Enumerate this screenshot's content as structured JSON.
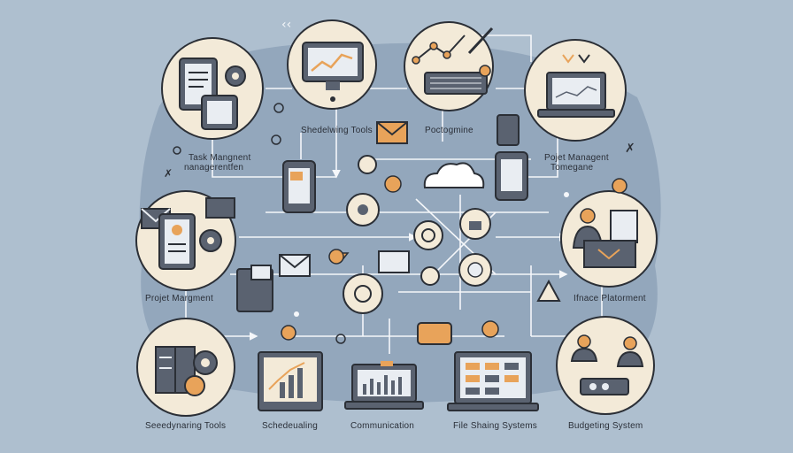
{
  "labels": {
    "task_mgmt_1": "Task Mangnent",
    "task_mgmt_2": "nanagerentfen",
    "sched_tools_top": "Shedelwing Tools",
    "pocto": "Poctogmine",
    "proj_mgmt_right_1": "Pojet Managent",
    "proj_mgmt_right_2": "Tomegane",
    "proj_mgmt_left": "Projet Margment",
    "iface": "Ifnace Platorment",
    "seedy": "Seeedynaring Tools",
    "scheduling": "Schedeualing",
    "communication": "Communication",
    "file_sharing": "File Shaing Systems",
    "budgeting": "Budgeting System"
  },
  "colors": {
    "background": "#aebfcf",
    "blob": "#8ea2b8",
    "circle_fill": "#f3ead8",
    "outline": "#2b2f36",
    "accent_orange": "#e8a35a",
    "line": "#f5f7fa",
    "screen": "#e9edf2",
    "dark_block": "#5a6270"
  },
  "icons": {
    "top_left": "clipboard-gear-icon",
    "top_center": "monitor-chart-icon",
    "top_right_center": "keyboard-graph-icon",
    "top_right": "laptop-icon",
    "mid_left": "envelope-tablet-gear-icon",
    "mid_right": "businessman-documents-icon",
    "bottom_left": "server-gears-icon",
    "bottom_center_left": "presentation-board-icon",
    "bottom_center": "laptop-bar-chart-icon",
    "bottom_center_right": "laptop-file-grid-icon",
    "bottom_right": "team-workflow-icon",
    "center": "cloud-network-icon"
  }
}
